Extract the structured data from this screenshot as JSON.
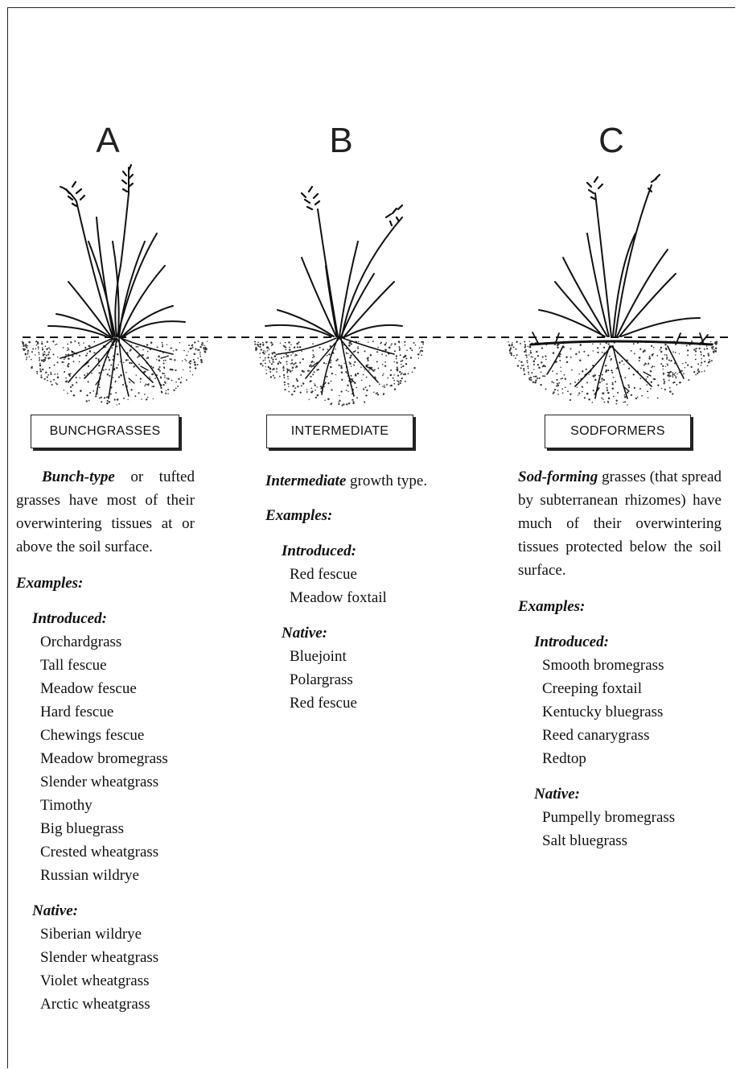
{
  "columns": [
    {
      "letter": "A",
      "label": "BUNCHGRASSES",
      "desc_bold": "Bunch-type",
      "desc_rest": "or tufted grasses have most of their overwintering tissues at or above the soil surface.",
      "examples_heading": "Examples:",
      "introduced_heading": "Introduced:",
      "introduced": [
        "Orchardgrass",
        "Tall fescue",
        "Meadow fescue",
        "Hard fescue",
        "Chewings fescue",
        "Meadow bromegrass",
        "Slender wheatgrass",
        "Timothy",
        "Big bluegrass",
        "Crested wheatgrass",
        "Russian wildrye"
      ],
      "native_heading": "Native:",
      "native": [
        "Siberian wildrye",
        "Slender wheatgrass",
        "Violet wheatgrass",
        "Arctic wheatgrass"
      ]
    },
    {
      "letter": "B",
      "label": "INTERMEDIATE",
      "desc_bold": "Intermediate",
      "desc_rest": "growth type.",
      "examples_heading": "Examples:",
      "introduced_heading": "Introduced:",
      "introduced": [
        "Red fescue",
        "Meadow foxtail"
      ],
      "native_heading": "Native:",
      "native": [
        "Bluejoint",
        "Polargrass",
        "Red fescue"
      ]
    },
    {
      "letter": "C",
      "label": "SODFORMERS",
      "desc_bold": "Sod-forming",
      "desc_rest": "grasses (that spread by subterranean rhizomes) have much of their overwintering tissues protected below the soil surface.",
      "examples_heading": "Examples:",
      "introduced_heading": "Introduced:",
      "introduced": [
        "Smooth bromegrass",
        "Creeping foxtail",
        "Kentucky bluegrass",
        "Reed canarygrass",
        "Redtop"
      ],
      "native_heading": "Native:",
      "native": [
        "Pumpelly bromegrass",
        "Salt bluegrass"
      ]
    }
  ],
  "signature": "TK"
}
